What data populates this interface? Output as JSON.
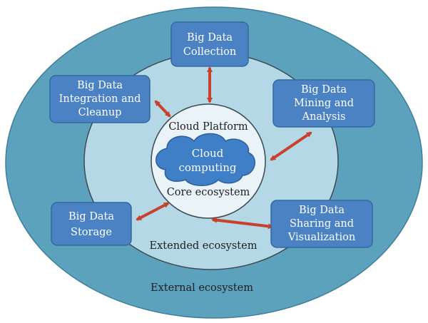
{
  "rings": {
    "external_label": "External ecosystem",
    "extended_label": "Extended ecosystem",
    "core_top_label": "Cloud Platform",
    "core_bottom_label": "Core ecosystem"
  },
  "cloud": {
    "line1": "Cloud",
    "line2": "computing"
  },
  "boxes": {
    "collection": {
      "line1": "Big Data",
      "line2": "Collection"
    },
    "integration": {
      "line1": "Big Data",
      "line2": "Integration and",
      "line3": "Cleanup"
    },
    "mining": {
      "line1": "Big Data",
      "line2": "Mining and",
      "line3": "Analysis"
    },
    "storage": {
      "line1": "Big Data",
      "line2": "Storage"
    },
    "sharing": {
      "line1": "Big Data",
      "line2": "Sharing and",
      "line3": "Visualization"
    }
  },
  "colors": {
    "outer_ring": "#5da2bd",
    "middle_ring": "#b4d8e5",
    "core": "#e9f3f8",
    "cloud": "#3f7fc7",
    "box_fill": "#4a82c4",
    "box_stroke": "#35689f",
    "arrow": "#c8412b"
  }
}
